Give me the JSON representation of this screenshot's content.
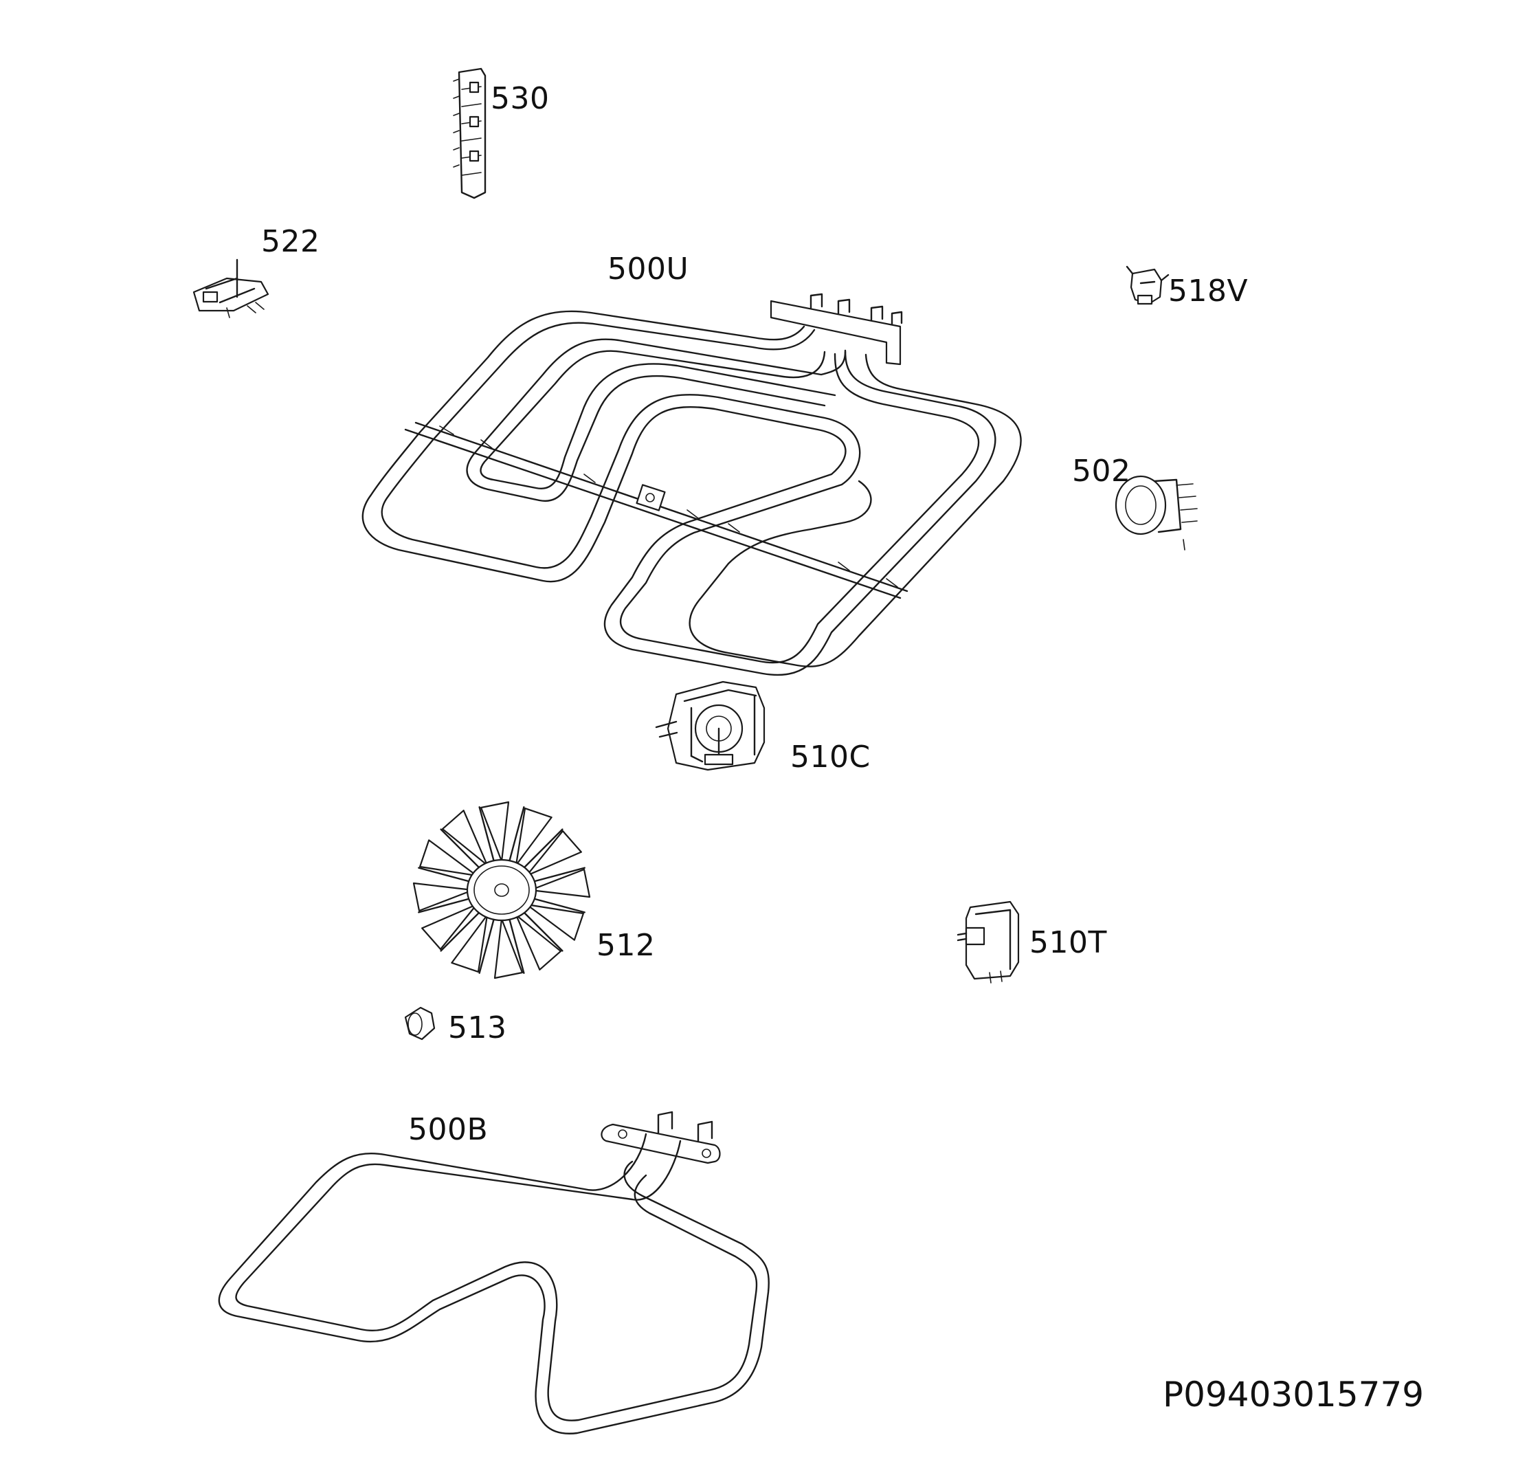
{
  "diagram": {
    "parts": [
      {
        "id": "530",
        "label": "530"
      },
      {
        "id": "522",
        "label": "522"
      },
      {
        "id": "500U",
        "label": "500U"
      },
      {
        "id": "518V",
        "label": "518V"
      },
      {
        "id": "502",
        "label": "502"
      },
      {
        "id": "510C",
        "label": "510C"
      },
      {
        "id": "512",
        "label": "512"
      },
      {
        "id": "510T",
        "label": "510T"
      },
      {
        "id": "513",
        "label": "513"
      },
      {
        "id": "500B",
        "label": "500B"
      }
    ],
    "document_id": "P09403015779"
  }
}
